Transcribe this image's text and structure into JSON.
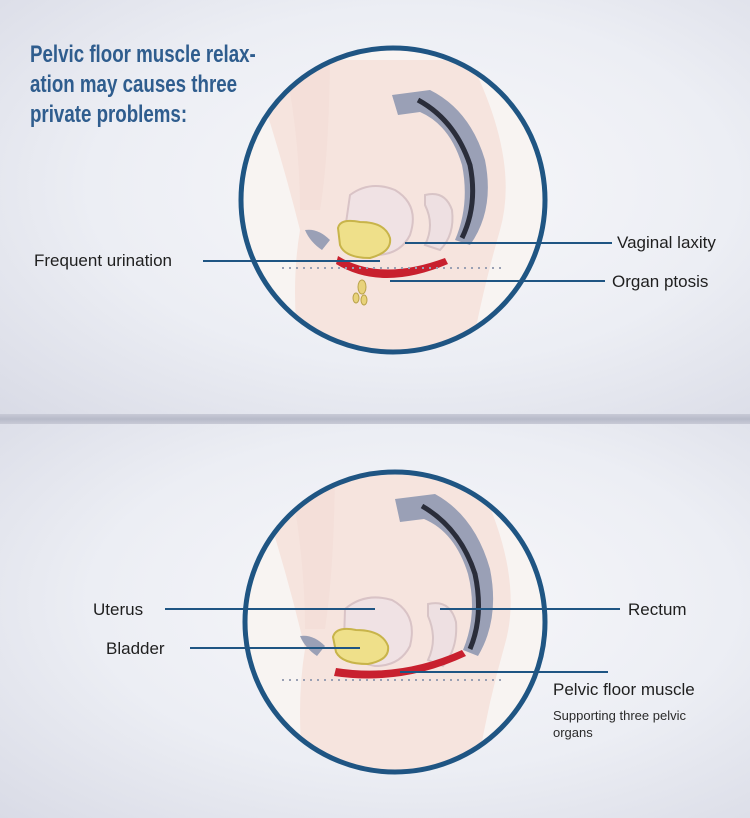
{
  "top_panel": {
    "title_lines": [
      "Pelvic floor muscle relax-",
      "ation may causes three",
      "private problems:"
    ],
    "labels": {
      "frequent_urination": "Frequent urination",
      "vaginal_laxity": "Vaginal laxity",
      "organ_ptosis": "Organ ptosis"
    }
  },
  "bottom_panel": {
    "labels": {
      "uterus": "Uterus",
      "bladder": "Bladder",
      "rectum": "Rectum",
      "pelvic_floor_muscle": "Pelvic floor muscle",
      "supporting_note_line1": "Supporting three pelvic",
      "supporting_note_line2": "organs"
    }
  },
  "colors": {
    "circle_border": "#1f5583",
    "title_text": "#2f5d8e",
    "muscle_red": "#c8202e",
    "bladder_yellow": "#efe08a",
    "spine_gray": "#8f95ab",
    "leader_line": "#1f5583"
  }
}
